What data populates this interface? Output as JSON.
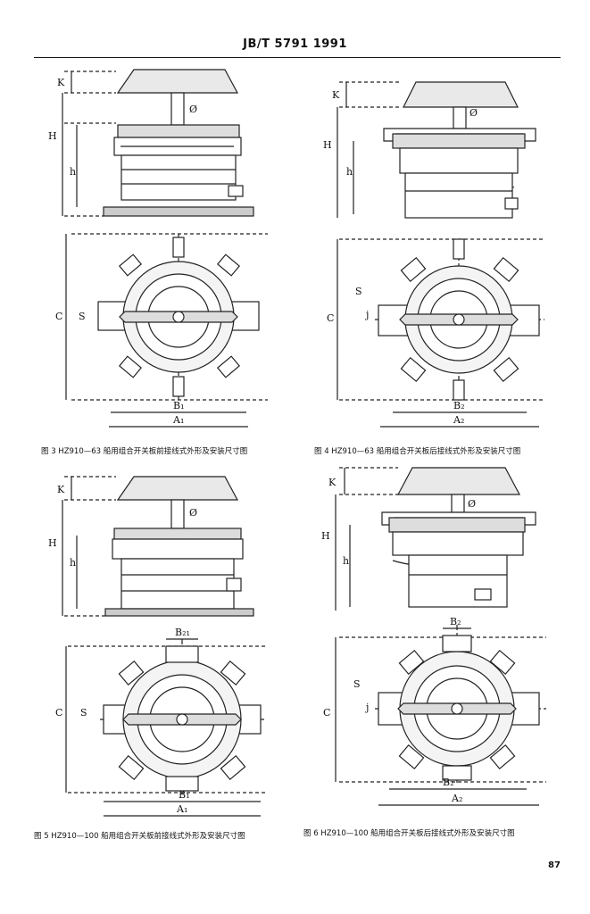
{
  "header": {
    "text": "JB/T 5791    1991"
  },
  "figures": [
    {
      "caption": "图 3  HZ910—63 船用组合开关板前接线式外形及安装尺寸图",
      "labels": {
        "k": "K",
        "h_big": "H",
        "h_small": "h",
        "phi": "Ø",
        "c": "C",
        "s": "S",
        "b": "B₁",
        "a": "A₁"
      }
    },
    {
      "caption": "图 4  HZ910—63 船用组合开关板后接线式外形及安装尺寸图",
      "labels": {
        "k": "K",
        "h_big": "H",
        "h_small": "h",
        "phi": "Ø",
        "c": "C",
        "s": "S",
        "j": "j",
        "b": "B₂",
        "a": "A₂"
      }
    },
    {
      "caption": "图 5  HZ910—100 船用组合开关板前接线式外形及安装尺寸图",
      "labels": {
        "k": "K",
        "h_big": "H",
        "h_small": "h",
        "phi": "Ø",
        "c": "C",
        "s": "S",
        "b_top": "B₂₁",
        "b": "B₁",
        "a": "A₁"
      }
    },
    {
      "caption": "图 6  HZ910—100 船用组合开关板后接线式外形及安装尺寸图",
      "labels": {
        "k": "K",
        "h_big": "H",
        "h_small": "h",
        "phi": "Ø",
        "c": "C",
        "s": "S",
        "j": "j",
        "b_top": "B₂",
        "b": "B₂",
        "a": "A₂"
      }
    }
  ],
  "page_number": "87"
}
